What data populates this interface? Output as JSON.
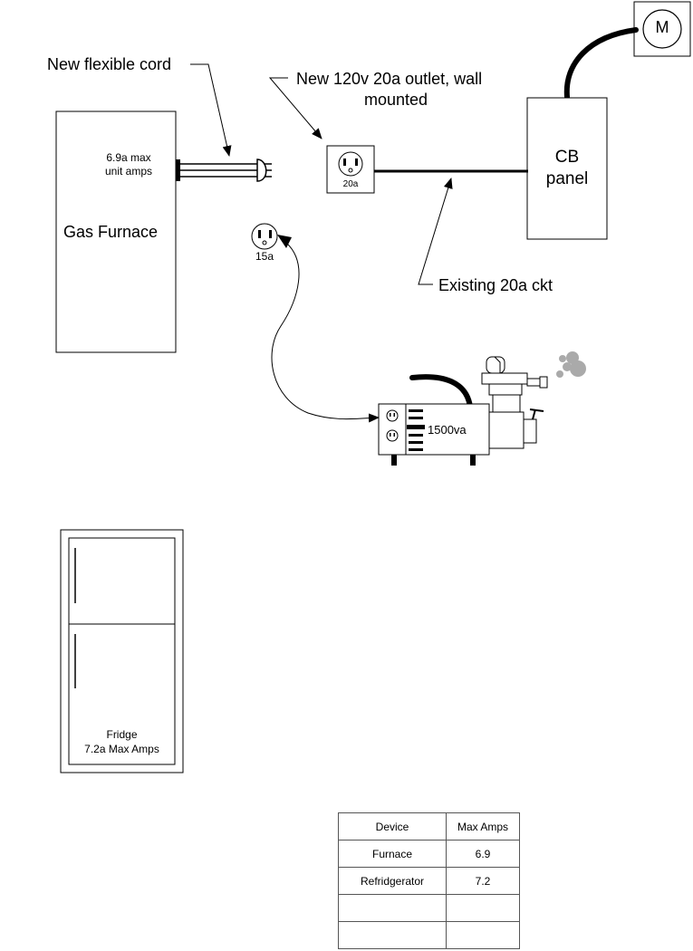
{
  "labels": {
    "new_cord": "New flexible cord",
    "new_outlet_line1": "New 120v 20a outlet, wall",
    "new_outlet_line2": "mounted",
    "existing_ckt": "Existing 20a ckt",
    "cb_panel_line1": "CB",
    "cb_panel_line2": "panel",
    "meter": "M",
    "furnace_amps_line1": "6.9a max",
    "furnace_amps_line2": "unit amps",
    "gas_furnace": "Gas Furnace",
    "outlet_20a": "20a",
    "outlet_15a": "15a",
    "generator_va": "1500va",
    "fridge_line1": "Fridge",
    "fridge_line2": "7.2a Max Amps"
  },
  "table": {
    "headers": [
      "Device",
      "Max Amps"
    ],
    "rows": [
      [
        "Furnace",
        "6.9"
      ],
      [
        "Refridgerator",
        "7.2"
      ],
      [
        "",
        ""
      ],
      [
        "",
        ""
      ]
    ]
  }
}
